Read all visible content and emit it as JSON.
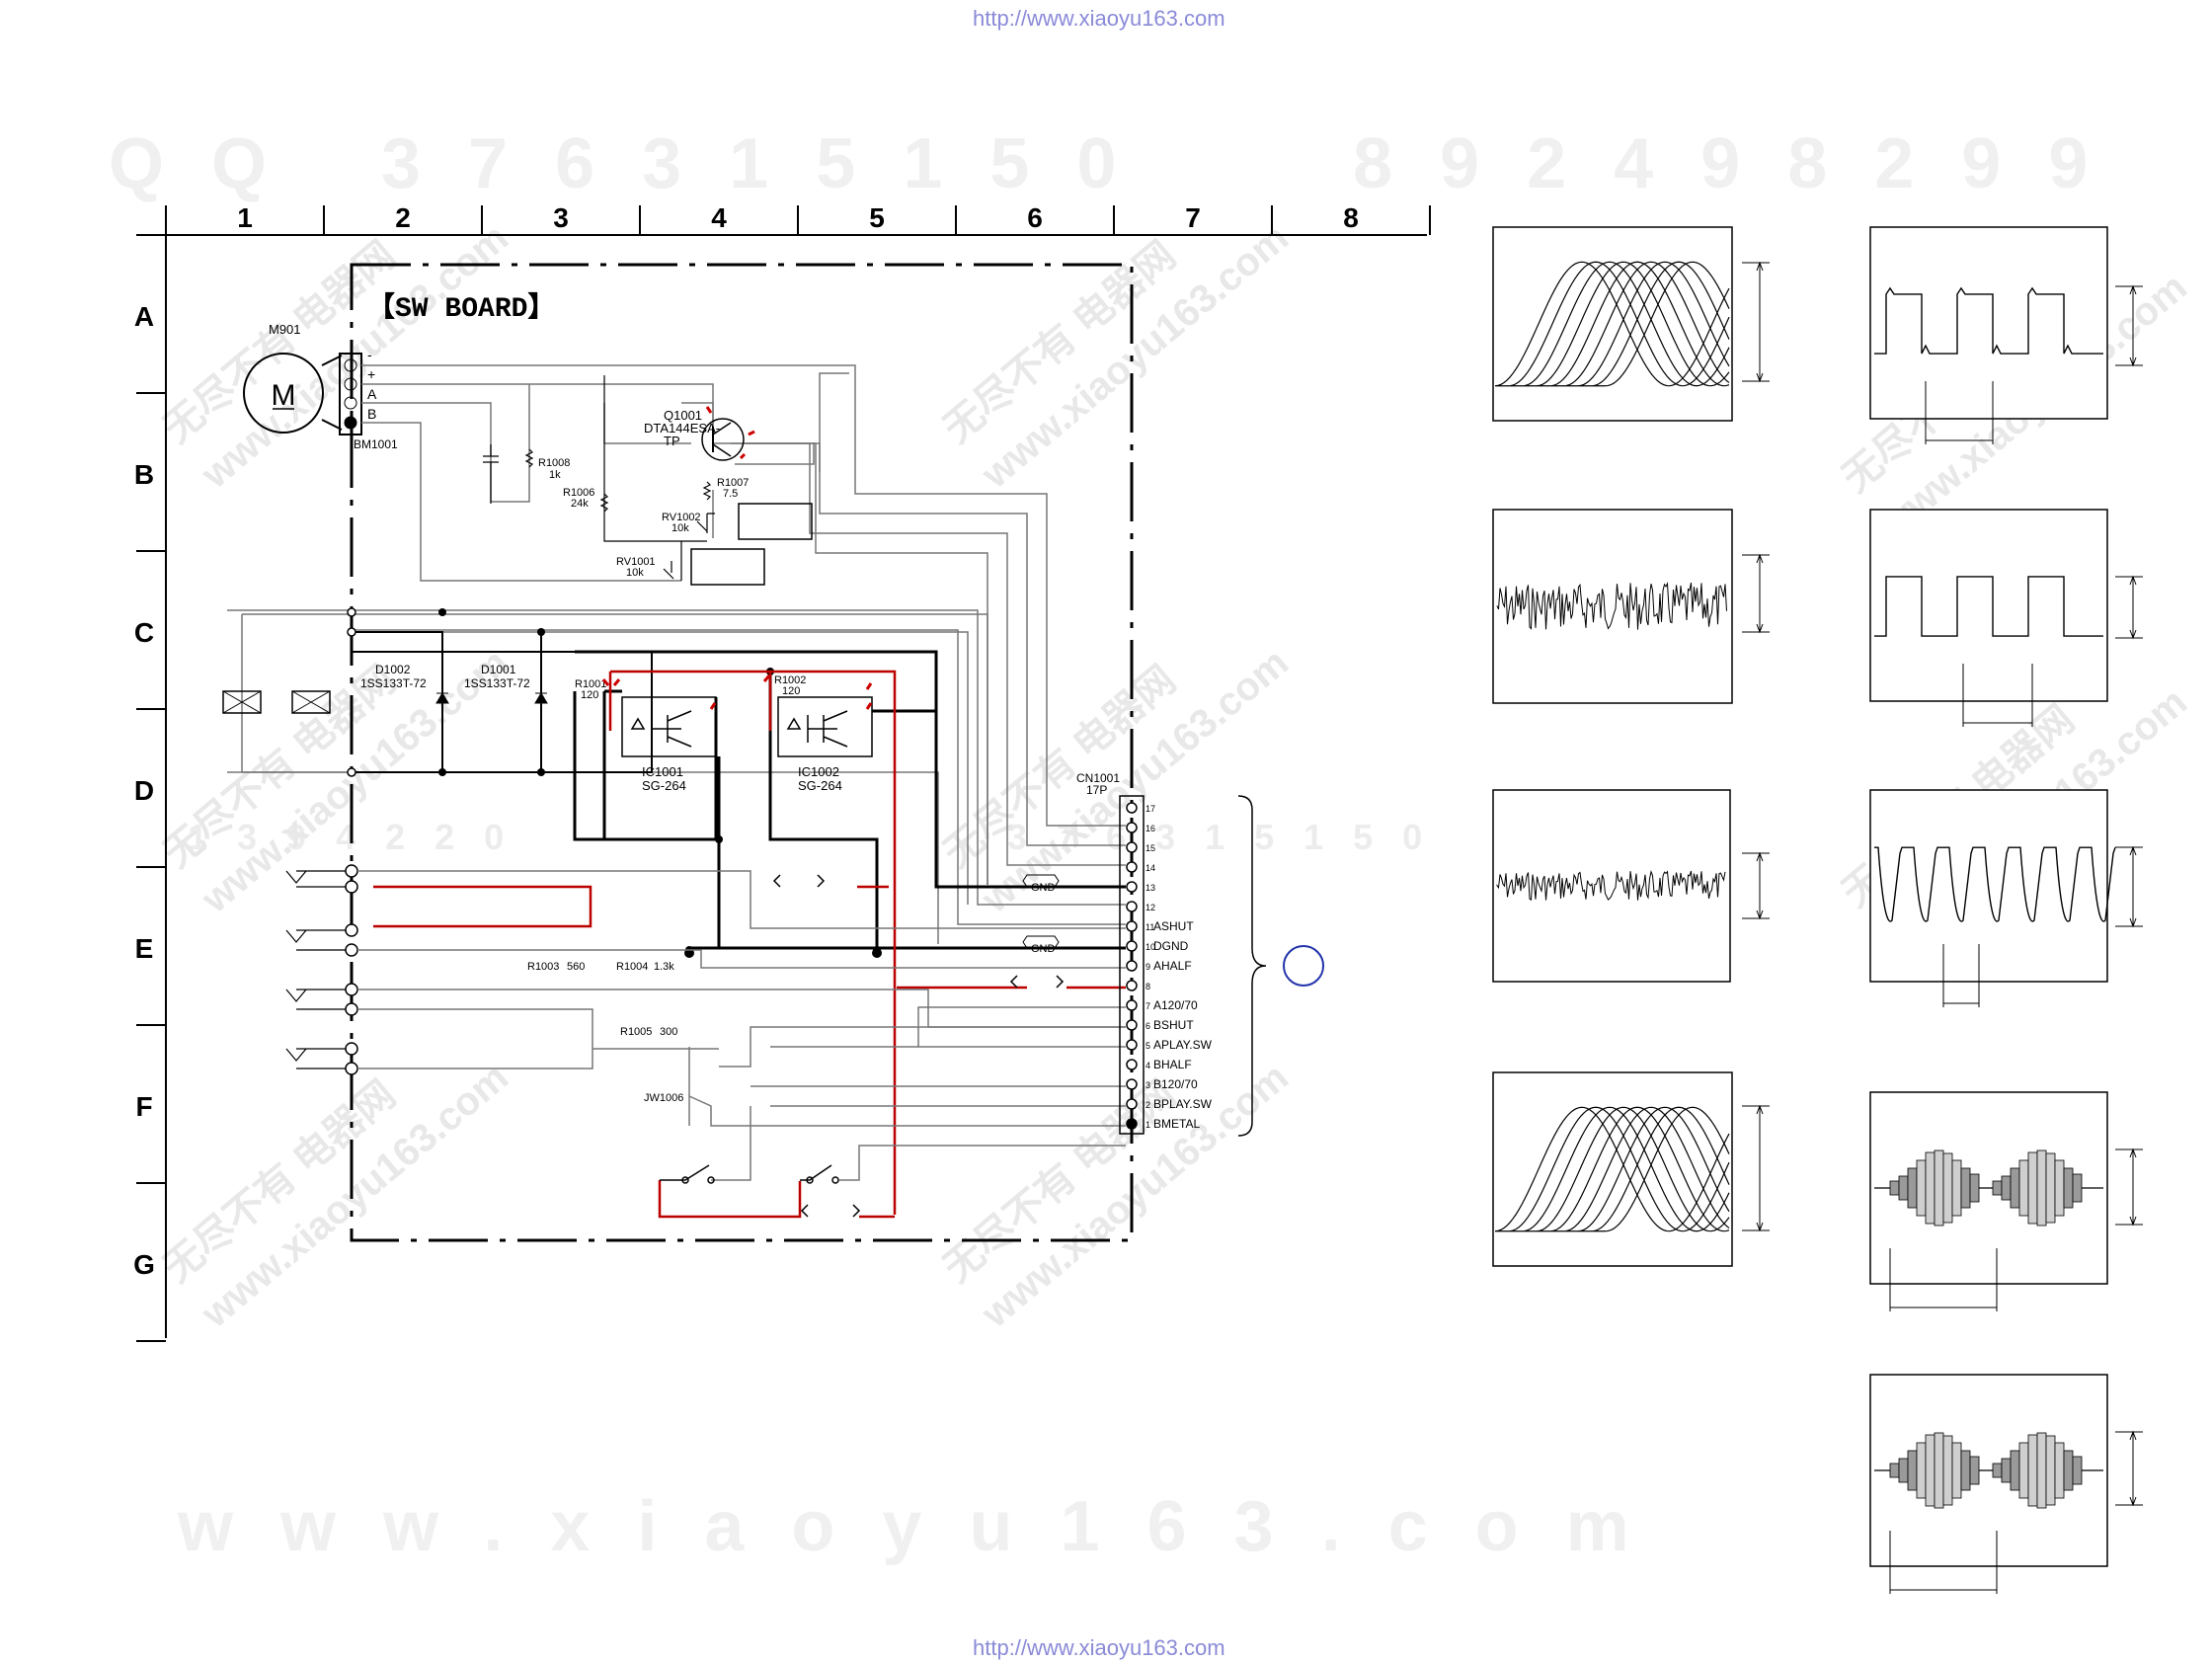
{
  "header_url": "http://www.xiaoyu163.com",
  "footer_url": "http://www.xiaoyu163.com",
  "watermarks": {
    "top_qq": "QQ 376315150",
    "top_num": "892498299",
    "mid_num": "1394220",
    "mid_right": "376315150 89249",
    "bottom": "www.xiaoyu163.com",
    "diag_cn": "无尽不有 电器网",
    "diag_url": "www.xiaoyu163.com"
  },
  "columns": [
    "1",
    "2",
    "3",
    "4",
    "5",
    "6",
    "7",
    "8"
  ],
  "rows": [
    "A",
    "B",
    "C",
    "D",
    "E",
    "F",
    "G"
  ],
  "board_title": "【SW BOARD】",
  "components": {
    "motor": {
      "ref": "M901",
      "symbol": "M"
    },
    "connector_m": {
      "ref": "BM1001",
      "pins": [
        "-",
        "+",
        "A",
        "B"
      ]
    },
    "q1001": {
      "ref": "Q1001",
      "part": "DTA144ESA-",
      "part2": "TP"
    },
    "r1008": {
      "ref": "R1008",
      "value": "1k"
    },
    "r1006": {
      "ref": "R1006",
      "value": "24k"
    },
    "r1007": {
      "ref": "R1007",
      "value": "7.5"
    },
    "rv1002": {
      "ref": "RV1002",
      "value": "10k"
    },
    "rv1001": {
      "ref": "RV1001",
      "value": "10k"
    },
    "d1002": {
      "ref": "D1002",
      "part": "1SS133T-72"
    },
    "d1001": {
      "ref": "D1001",
      "part": "1SS133T-72"
    },
    "r1001": {
      "ref": "R1001",
      "value": "120"
    },
    "r1002": {
      "ref": "R1002",
      "value": "120"
    },
    "ic1001": {
      "ref": "IC1001",
      "part": "SG-264"
    },
    "ic1002": {
      "ref": "IC1002",
      "part": "SG-264"
    },
    "r1003": {
      "ref": "R1003",
      "value": "560"
    },
    "r1004": {
      "ref": "R1004",
      "value": "1.3k"
    },
    "r1005": {
      "ref": "R1005",
      "value": "300"
    },
    "jw1006": {
      "ref": "JW1006"
    },
    "cn1001": {
      "ref": "CN1001",
      "pins": "17P"
    },
    "gnd_label": "GND"
  },
  "cn_pins": [
    {
      "num": "17",
      "label": ""
    },
    {
      "num": "16",
      "label": ""
    },
    {
      "num": "15",
      "label": ""
    },
    {
      "num": "14",
      "label": ""
    },
    {
      "num": "13",
      "label": ""
    },
    {
      "num": "12",
      "label": ""
    },
    {
      "num": "11",
      "label": "ASHUT"
    },
    {
      "num": "10",
      "label": "DGND"
    },
    {
      "num": "9",
      "label": "AHALF"
    },
    {
      "num": "8",
      "label": ""
    },
    {
      "num": "7",
      "label": "A120/70"
    },
    {
      "num": "6",
      "label": "BSHUT"
    },
    {
      "num": "5",
      "label": "APLAY.SW"
    },
    {
      "num": "4",
      "label": "BHALF"
    },
    {
      "num": "3",
      "label": "B120/70"
    },
    {
      "num": "2",
      "label": "BPLAY.SW"
    },
    {
      "num": "1",
      "label": "BMETAL"
    }
  ]
}
